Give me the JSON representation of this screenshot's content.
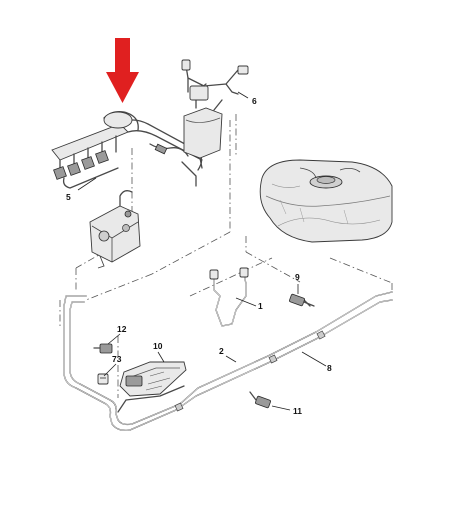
{
  "diagram": {
    "colors": {
      "arrow": "#e02020",
      "line": "#4a4a4a",
      "part_fill": "#e9e9e9"
    },
    "callouts": [
      {
        "id": "1",
        "text": "1"
      },
      {
        "id": "2",
        "text": "2"
      },
      {
        "id": "5",
        "text": "5"
      },
      {
        "id": "6",
        "text": "6"
      },
      {
        "id": "8",
        "text": "8"
      },
      {
        "id": "9",
        "text": "9"
      },
      {
        "id": "10",
        "text": "10"
      },
      {
        "id": "11",
        "text": "11"
      },
      {
        "id": "12",
        "text": "12"
      },
      {
        "id": "73",
        "text": "73"
      }
    ]
  }
}
